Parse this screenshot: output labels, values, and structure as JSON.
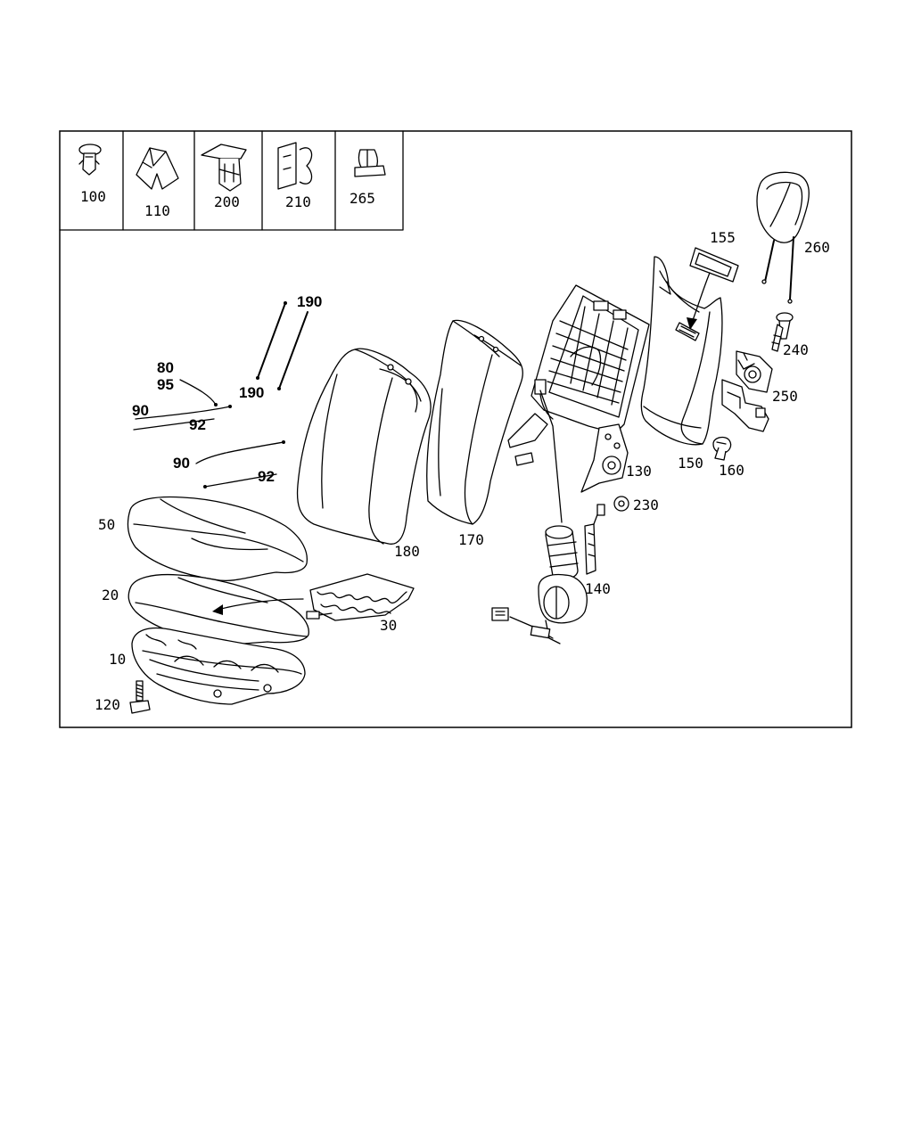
{
  "legend_parts": [
    {
      "id": "p100",
      "label": "100",
      "icon": "clip-icon"
    },
    {
      "id": "p110",
      "label": "110",
      "icon": "bracket-icon"
    },
    {
      "id": "p200",
      "label": "200",
      "icon": "clamp-icon"
    },
    {
      "id": "p210",
      "label": "210",
      "icon": "spring-clip-icon"
    },
    {
      "id": "p265",
      "label": "265",
      "icon": "cable-tie-icon"
    }
  ],
  "callouts": [
    {
      "id": "c190a",
      "label": "190"
    },
    {
      "id": "c190b",
      "label": "190"
    },
    {
      "id": "c80",
      "label": "80"
    },
    {
      "id": "c95",
      "label": "95"
    },
    {
      "id": "c90a",
      "label": "90"
    },
    {
      "id": "c92a",
      "label": "92"
    },
    {
      "id": "c90b",
      "label": "90"
    },
    {
      "id": "c92b",
      "label": "92"
    },
    {
      "id": "c50",
      "label": "50"
    },
    {
      "id": "c20",
      "label": "20"
    },
    {
      "id": "c10",
      "label": "10"
    },
    {
      "id": "c120",
      "label": "120"
    },
    {
      "id": "c30",
      "label": "30"
    },
    {
      "id": "c180",
      "label": "180"
    },
    {
      "id": "c170",
      "label": "170"
    },
    {
      "id": "c130",
      "label": "130"
    },
    {
      "id": "c140",
      "label": "140"
    },
    {
      "id": "c230",
      "label": "230"
    },
    {
      "id": "c150",
      "label": "150"
    },
    {
      "id": "c155",
      "label": "155"
    },
    {
      "id": "c160",
      "label": "160"
    },
    {
      "id": "c240",
      "label": "240"
    },
    {
      "id": "c250",
      "label": "250"
    },
    {
      "id": "c260",
      "label": "260"
    }
  ]
}
